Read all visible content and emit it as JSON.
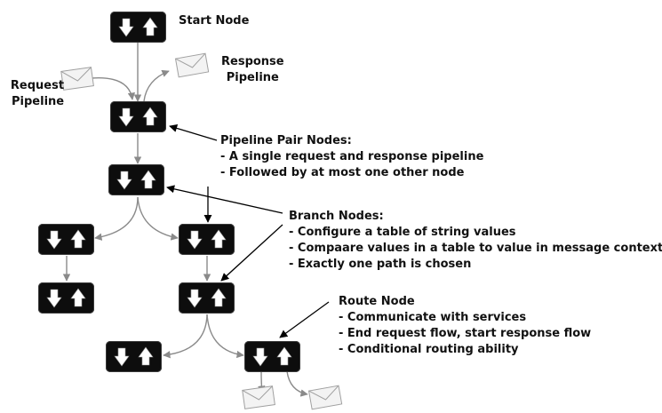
{
  "labels": {
    "start_node": "Start Node",
    "request_pipeline_line1": "Request",
    "request_pipeline_line2": "Pipeline",
    "response_pipeline_line1": "Response",
    "response_pipeline_line2": "Pipeline"
  },
  "annotations": {
    "pipeline_pair": {
      "title": "Pipeline Pair Nodes:",
      "lines": [
        "- A single request and response pipeline",
        "- Followed by at most one other node"
      ]
    },
    "branch": {
      "title": "Branch Nodes:",
      "lines": [
        "- Configure a table of string values",
        "- Compaare values in a table to value in message context",
        "- Exactly one path is chosen"
      ]
    },
    "route": {
      "title": "Route Node",
      "lines": [
        "- Communicate with services",
        "- End request flow, start response flow",
        "- Conditional routing ability"
      ]
    }
  },
  "icons": {
    "node": "down-up-arrows-icon",
    "message": "envelope-icon"
  },
  "colors": {
    "node_fill": "#0d0d0d",
    "connector": "#8a8a8a",
    "callout": "#000000"
  }
}
